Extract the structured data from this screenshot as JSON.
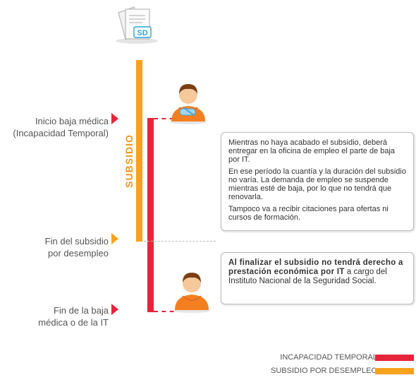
{
  "header": {
    "badge_text": "SD",
    "icon": "document-stack-icon"
  },
  "timeline": {
    "subsidio_label": "SUBSIDIO"
  },
  "labels": {
    "inicio": {
      "line1": "Inicio baja médica",
      "line2": "(Incapacidad Temporal)"
    },
    "fin_subsidio": {
      "line1": "Fin del subsidio",
      "line2": "por desempleo"
    },
    "fin_baja": {
      "line1": "Fin de la baja",
      "line2": "médica o de la IT"
    }
  },
  "box1": {
    "p1": "Mientras no haya acabado el subsidio, deberá entregar en la oficina de empleo el parte de baja por IT.",
    "p2": "En ese período la cuantía y la duración del subsidio no varía. La demanda de empleo se suspende mientras esté de baja, por lo que no tendrá que renovarla.",
    "p3": "Tampoco va a recibir citaciones para ofertas ni cursos de formación."
  },
  "box2": {
    "bold": "Al finalizar el subsidio no tendrá derecho a prestación económica por IT",
    "rest": " a cargo del Instituto Nacional de la Seguridad Social."
  },
  "legend": {
    "items": [
      {
        "label": "INCAPACIDAD TEMPORAL",
        "color": "#e5243b"
      },
      {
        "label": "SUBSIDIO POR DESEMPLEO",
        "color": "#f7a21b"
      }
    ]
  },
  "colors": {
    "red": "#e5243b",
    "orange": "#f7a21b",
    "skin": "#f6c99b",
    "hair": "#7a3e12"
  }
}
